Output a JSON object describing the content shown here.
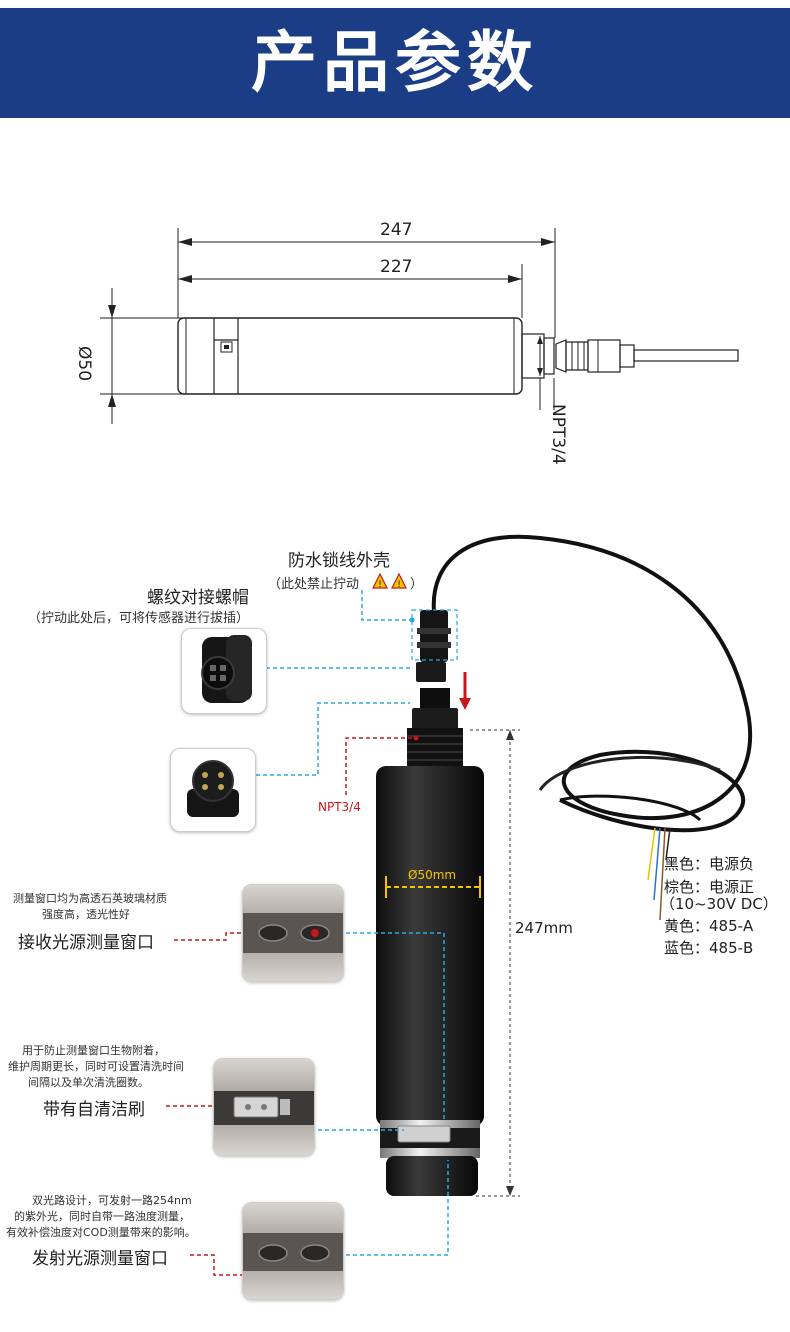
{
  "header": {
    "title": "产品参数"
  },
  "drawing": {
    "overall_length": "247",
    "body_length": "227",
    "diameter": "Ø50",
    "thread": "NPT3/4"
  },
  "product": {
    "housing_label": "防水锁线外壳",
    "housing_note_prefix": "（此处禁止拧动",
    "housing_note_suffix": "）",
    "cap_label": "螺纹对接螺帽",
    "cap_note": "（拧动此处后，可将传感器进行拔插）",
    "thread_label": "NPT3/4",
    "diameter_label": "Ø50mm",
    "length_label": "247mm",
    "receive_note_line1": "测量窗口均为高透石英玻璃材质",
    "receive_note_line2": "强度高，透光性好",
    "receive_label": "接收光源测量窗口",
    "brush_note_line1": "用于防止测量窗口生物附着，",
    "brush_note_line2": "维护周期更长，同时可设置清洗时间",
    "brush_note_line3": "间隔以及单次清洗圈数。",
    "brush_label": "带有自清洁刷",
    "emit_note_line1": "双光路设计，可发射一路254nm",
    "emit_note_line2": "的紫外光，同时自带一路浊度测量，",
    "emit_note_line3": "有效补偿浊度对COD测量带来的影响。",
    "emit_label": "发射光源测量窗口",
    "wires": [
      {
        "text": "黑色：电源负",
        "color": "#222222"
      },
      {
        "text": "棕色：电源正",
        "color": "#8a5a2b"
      },
      {
        "text": "（10~30V DC）",
        "color": "#8a5a2b"
      },
      {
        "text": "黄色：485-A",
        "color": "#e6c200"
      },
      {
        "text": "蓝色：485-B",
        "color": "#2f6fd6"
      }
    ]
  },
  "colors": {
    "banner": "#1b3d86",
    "cyan_leader": "#2aa7e6",
    "red_leader": "#c8161d",
    "warning": "#f5c400"
  }
}
